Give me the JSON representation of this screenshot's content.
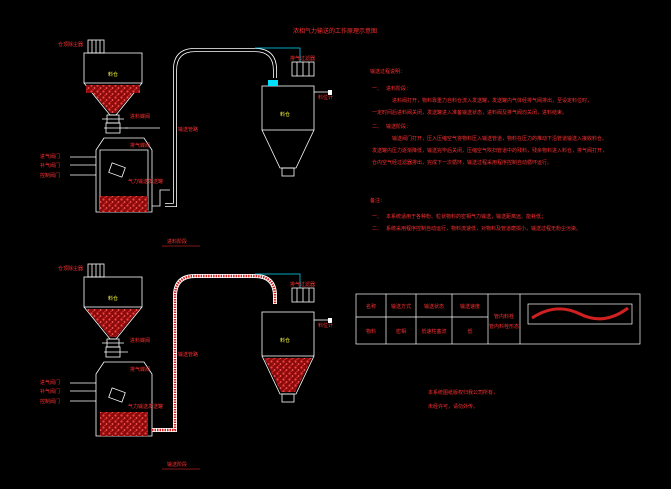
{
  "title": "浓相气力输送的工作原理示意图",
  "top_diagram": {
    "caption": "进料阶段",
    "labels": {
      "hopper_filter": "仓顶除尘器",
      "hopper": "料仓",
      "valve1": "进料蝶阀",
      "valve2": "排气蝶阀",
      "in_air": "进气阀门",
      "aux_air": "补气阀门",
      "ctrl_valve": "控制阀门",
      "tank_marker": "气力输送发送罐",
      "pipe_label": "输送管路",
      "receiver_filter": "排气过滤器",
      "receiver": "料仓",
      "level": "料位计"
    }
  },
  "bottom_diagram": {
    "caption": "输送阶段",
    "labels": {
      "hopper_filter": "仓顶除尘器",
      "hopper": "料仓",
      "valve1": "进料蝶阀",
      "valve2": "排气蝶阀",
      "in_air": "进气阀门",
      "aux_air": "补气阀门",
      "ctrl_valve": "控制阀门",
      "tank_marker": "气力输送发送罐",
      "pipe_label": "输送管路",
      "receiver_filter": "排气过滤器",
      "receiver": "料仓",
      "level": "料位计"
    }
  },
  "explanation": {
    "heading": "输送过程说明：",
    "items": [
      {
        "index": "一、",
        "title": "进料阶段：",
        "lines": [
          "进料阀打开，物料靠重力自料仓流入发送罐，发送罐内气体经排气阀排出，至设定料位时，",
          "一定时间后进料阀关闭，发送罐进入准备输送状态，进料阀及排气阀均关闭，进料结束。"
        ]
      },
      {
        "index": "二、",
        "title": "输送阶段：",
        "lines": [
          "输送阀门打开，压入压缩空气将物料压入输送管道，物料在压力的推动下沿管道输送入接收料仓。",
          "发送罐内压力逐渐降低，输送完毕后关闭，压缩空气吹扫管道中的残料，残余物料进入料仓，排气阀打开，",
          "仓内空气经过滤器排出，完成下一次循环，输送过程采用程序控制自动循环运行。"
        ]
      }
    ]
  },
  "notes": {
    "heading": "备注：",
    "items": [
      {
        "index": "一、",
        "text": "本系统适用于各种粉、粒状物料的密相气力输送，输送距离远、能耗低；"
      },
      {
        "index": "二、",
        "text": "系统采用程序控制自动运行，物料流速低，对物料及管道磨损小，输送过程无粉尘污染。"
      }
    ]
  },
  "table": {
    "headers": [
      "名称",
      "输送方式",
      "输送状态",
      "输送速度",
      "管内料栓"
    ],
    "row": [
      "物料",
      "密相",
      "低速柱塞流",
      "低"
    ],
    "side_label": "管内料栓形态"
  },
  "footer": {
    "line1": "本系统图纸版权归我公司所有，",
    "line2": "未经许可，请勿外传。"
  },
  "colors": {
    "line": "#ffffff",
    "material": "#d02020",
    "label": "#ff3030",
    "accent": "#00e0ff",
    "highlight": "#ffff40"
  }
}
